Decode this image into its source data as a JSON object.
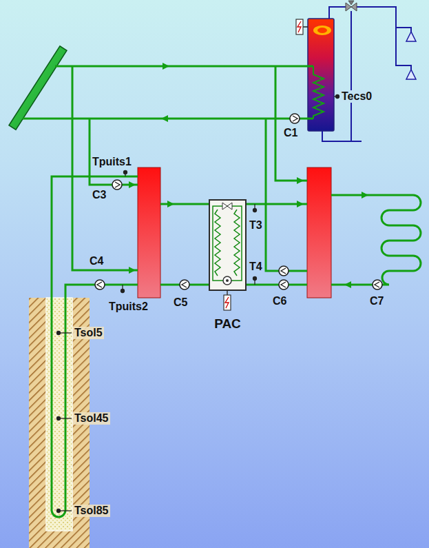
{
  "diagram": {
    "nodes": [
      {
        "text": [
          "PAC"
        ]
      }
    ],
    "labels": [
      "Tecs0",
      "C1",
      "Tpuits1",
      "C3",
      "T3",
      "C4",
      "T4",
      "C6",
      "Tpuits2",
      "C5",
      "C7",
      "Tsol5",
      "Tsol45",
      "Tsol85"
    ]
  }
}
